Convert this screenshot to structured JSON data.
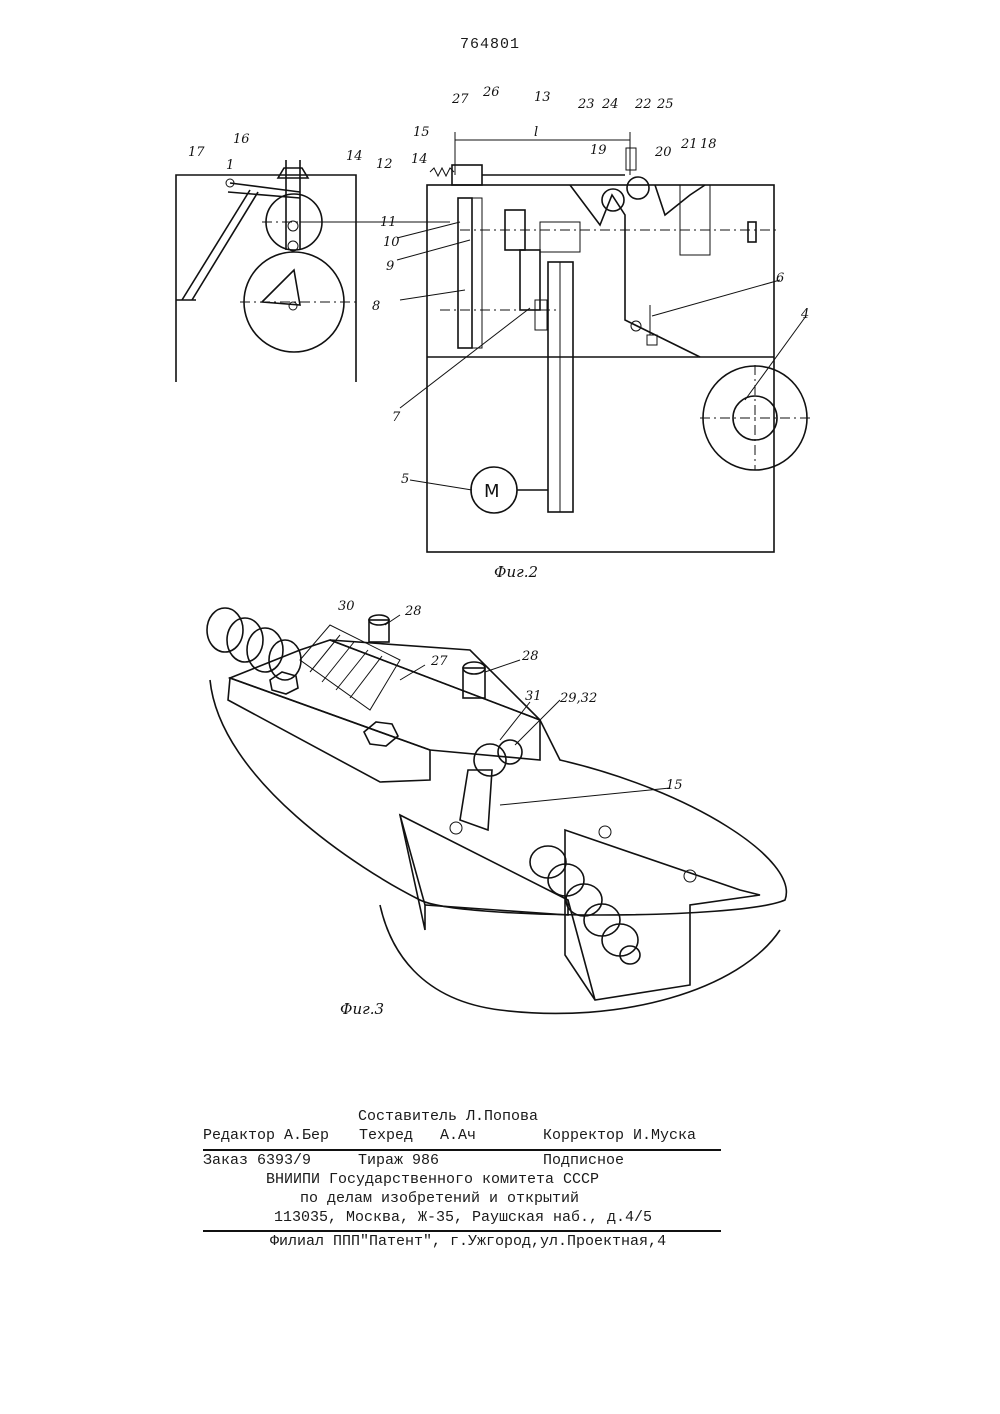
{
  "document": {
    "patent_number": "764801"
  },
  "figures": {
    "fig2": {
      "caption": "Фиг.2",
      "labels": [
        "1",
        "4",
        "5",
        "6",
        "7",
        "8",
        "9",
        "10",
        "11",
        "12",
        "13",
        "14",
        "14",
        "15",
        "16",
        "17",
        "18",
        "19",
        "20",
        "21",
        "22",
        "23",
        "24",
        "25",
        "26",
        "27"
      ],
      "dimension": "l",
      "motor": "M"
    },
    "fig3": {
      "caption": "Фиг.3",
      "labels": [
        "28",
        "28",
        "30",
        "27",
        "31",
        "29,32",
        "15"
      ]
    }
  },
  "imprint": {
    "compiler": "Составитель Л.Попова",
    "editor": "Редактор А.Бер",
    "techred": "Техред   А.Ач",
    "corrector": "Корректор И.Муска",
    "order": "Заказ 6393/9",
    "circulation": "Тираж 986",
    "subscription": "Подписное",
    "org1": "ВНИИПИ Государственного комитета СССР",
    "org2": "по делам изобретений и открытий",
    "address": "113035, Москва, Ж-35, Раушская наб., д.4/5",
    "branch": "Филиал ППП\"Патент\", г.Ужгород,ул.Проектная,4"
  }
}
